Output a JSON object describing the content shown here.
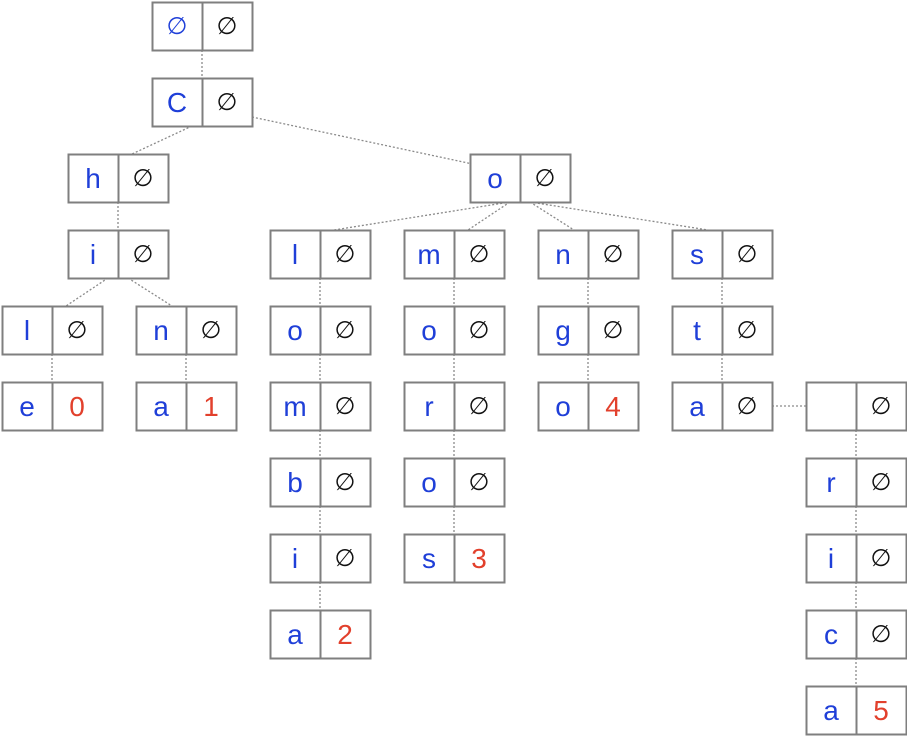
{
  "null_symbol": "∅",
  "colors": {
    "key": "#1f3fd8",
    "value": "#e2402c",
    "null": "#111111",
    "border": "#7f7f7f",
    "edge": "#8a8a8a"
  },
  "nodes": [
    {
      "id": "root",
      "key": "∅",
      "value": null
    },
    {
      "id": "C",
      "key": "C",
      "value": null
    },
    {
      "id": "h",
      "key": "h",
      "value": null
    },
    {
      "id": "hi",
      "key": "i",
      "value": null
    },
    {
      "id": "hil",
      "key": "l",
      "value": null
    },
    {
      "id": "hile",
      "key": "e",
      "value": "0"
    },
    {
      "id": "hin",
      "key": "n",
      "value": null
    },
    {
      "id": "hina",
      "key": "a",
      "value": "1"
    },
    {
      "id": "o",
      "key": "o",
      "value": null
    },
    {
      "id": "l1",
      "key": "l",
      "value": null
    },
    {
      "id": "l2",
      "key": "o",
      "value": null
    },
    {
      "id": "l3",
      "key": "m",
      "value": null
    },
    {
      "id": "l4",
      "key": "b",
      "value": null
    },
    {
      "id": "l5",
      "key": "i",
      "value": null
    },
    {
      "id": "l6",
      "key": "a",
      "value": "2"
    },
    {
      "id": "m1",
      "key": "m",
      "value": null
    },
    {
      "id": "m2",
      "key": "o",
      "value": null
    },
    {
      "id": "m3",
      "key": "r",
      "value": null
    },
    {
      "id": "m4",
      "key": "o",
      "value": null
    },
    {
      "id": "m5",
      "key": "s",
      "value": "3"
    },
    {
      "id": "n1",
      "key": "n",
      "value": null
    },
    {
      "id": "n2",
      "key": "g",
      "value": null
    },
    {
      "id": "n3",
      "key": "o",
      "value": "4"
    },
    {
      "id": "s1",
      "key": "s",
      "value": null
    },
    {
      "id": "s2",
      "key": "t",
      "value": null
    },
    {
      "id": "s3",
      "key": "a",
      "value": null
    },
    {
      "id": "r0",
      "key": "",
      "value": null
    },
    {
      "id": "r1",
      "key": "r",
      "value": null
    },
    {
      "id": "r2",
      "key": "i",
      "value": null
    },
    {
      "id": "r3",
      "key": "c",
      "value": null
    },
    {
      "id": "r4",
      "key": "a",
      "value": "5"
    }
  ],
  "edges": [
    [
      "root",
      "C"
    ],
    [
      "C",
      "h"
    ],
    [
      "C",
      "o"
    ],
    [
      "h",
      "hi"
    ],
    [
      "hi",
      "hil"
    ],
    [
      "hi",
      "hin"
    ],
    [
      "hil",
      "hile"
    ],
    [
      "hin",
      "hina"
    ],
    [
      "o",
      "l1"
    ],
    [
      "o",
      "m1"
    ],
    [
      "o",
      "n1"
    ],
    [
      "o",
      "s1"
    ],
    [
      "l1",
      "l2"
    ],
    [
      "l2",
      "l3"
    ],
    [
      "l3",
      "l4"
    ],
    [
      "l4",
      "l5"
    ],
    [
      "l5",
      "l6"
    ],
    [
      "m1",
      "m2"
    ],
    [
      "m2",
      "m3"
    ],
    [
      "m3",
      "m4"
    ],
    [
      "m4",
      "m5"
    ],
    [
      "n1",
      "n2"
    ],
    [
      "n2",
      "n3"
    ],
    [
      "s1",
      "s2"
    ],
    [
      "s2",
      "s3"
    ],
    [
      "s3",
      "r0"
    ],
    [
      "r0",
      "r1"
    ],
    [
      "r1",
      "r2"
    ],
    [
      "r2",
      "r3"
    ],
    [
      "r3",
      "r4"
    ]
  ]
}
